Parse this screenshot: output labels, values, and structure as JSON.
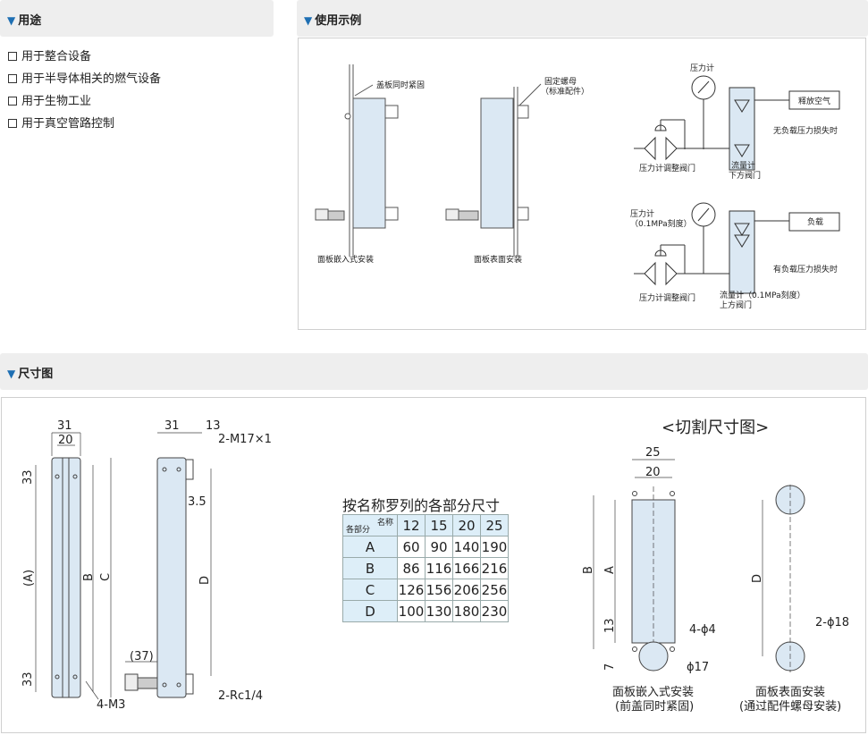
{
  "sections": {
    "uses_title": "用途",
    "example_title": "使用示例",
    "dims_title": "尺寸图"
  },
  "uses": [
    "用于整合设备",
    "用于半导体相关的燃气设备",
    "用于生物工业",
    "用于真空管路控制"
  ],
  "example": {
    "panel_embed_note": "盖板同时紧固",
    "panel_embed_caption": "面板嵌入式安装",
    "panel_surface_note_1": "固定螺母",
    "panel_surface_note_2": "（标准配件）",
    "panel_surface_caption": "面板表面安装",
    "top": {
      "gauge": "压力计",
      "release": "释放空气",
      "loss": "无负载压力损失时",
      "valve": "压力计调整阀门",
      "meter_1": "流量计",
      "meter_2": "下方阀门"
    },
    "bottom": {
      "gauge_1": "压力计",
      "gauge_2": "（0.1MPa刻度）",
      "load": "负载",
      "loss": "有负载压力损失时",
      "valve": "压力计调整阀门",
      "meter_1": "流量计（0.1MPa刻度）",
      "meter_2": "上方阀门"
    }
  },
  "dims": {
    "front": {
      "w31": "31",
      "w20": "20",
      "h33_top": "33",
      "h33_bot": "33",
      "A": "(A)",
      "B": "B",
      "C": "C",
      "screw": "4-M3"
    },
    "side": {
      "w31": "31",
      "w13": "13",
      "thread": "2-M17×1",
      "d35": "3.5",
      "D": "D",
      "d37": "(37)",
      "port": "2-Rc1/4"
    },
    "table": {
      "title": "按名称罗列的各部分尺寸",
      "corner_top": "名称",
      "corner_bottom": "各部分",
      "columns": [
        "12",
        "15",
        "20",
        "25"
      ],
      "rows": [
        {
          "name": "A",
          "values": [
            "60",
            "90",
            "140",
            "190"
          ]
        },
        {
          "name": "B",
          "values": [
            "86",
            "116",
            "166",
            "216"
          ]
        },
        {
          "name": "C",
          "values": [
            "126",
            "156",
            "206",
            "256"
          ]
        },
        {
          "name": "D",
          "values": [
            "100",
            "130",
            "180",
            "230"
          ]
        }
      ]
    },
    "cutout": {
      "title": "<切割尺寸图>",
      "w25": "25",
      "w20": "20",
      "B": "B",
      "A": "A",
      "d13": "13",
      "d7": "7",
      "hole4": "4-ϕ4",
      "hole17": "ϕ17",
      "D": "D",
      "hole18": "2-ϕ18",
      "caption_embed_1": "面板嵌入式安装",
      "caption_embed_2": "(前盖同时紧固)",
      "caption_surface_1": "面板表面安装",
      "caption_surface_2": "(通过配件螺母安装)"
    }
  }
}
